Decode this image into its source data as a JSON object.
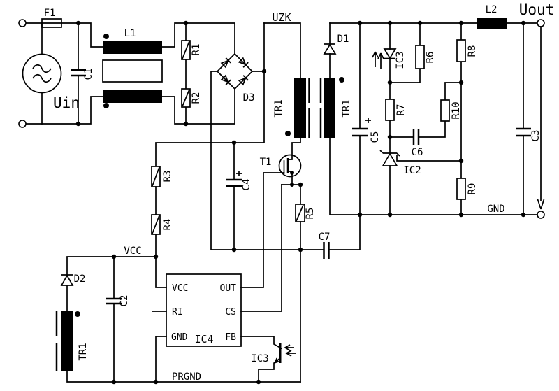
{
  "power": {
    "input_voltage": "Uin",
    "output_voltage": "Uout",
    "dc_link": "UZK",
    "aux_rail": "VCC",
    "primary_ground": "PRGND",
    "secondary_ground": "GND"
  },
  "parts": {
    "f1": "F1",
    "l1": "L1",
    "l2": "L2",
    "r1": "R1",
    "r2": "R2",
    "r3": "R3",
    "r4": "R4",
    "r5": "R5",
    "r6": "R6",
    "r7": "R7",
    "r8": "R8",
    "r9": "R9",
    "r10": "R10",
    "c1": "C1",
    "c2": "C2",
    "c3": "C3",
    "c4": "C4",
    "c5": "C5",
    "c6": "C6",
    "c7": "C7",
    "d1": "D1",
    "d2": "D2",
    "d3": "D3",
    "tr1": "TR1",
    "t1": "T1",
    "ic2": "IC2",
    "ic3": "IC3",
    "ic4": "IC4"
  },
  "ic4_pins": {
    "vcc": "VCC",
    "ri": "RI",
    "gnd": "GND",
    "out": "OUT",
    "cs": "CS",
    "fb": "FB"
  },
  "colors": {
    "ink": "#000000",
    "background": "#ffffff"
  }
}
